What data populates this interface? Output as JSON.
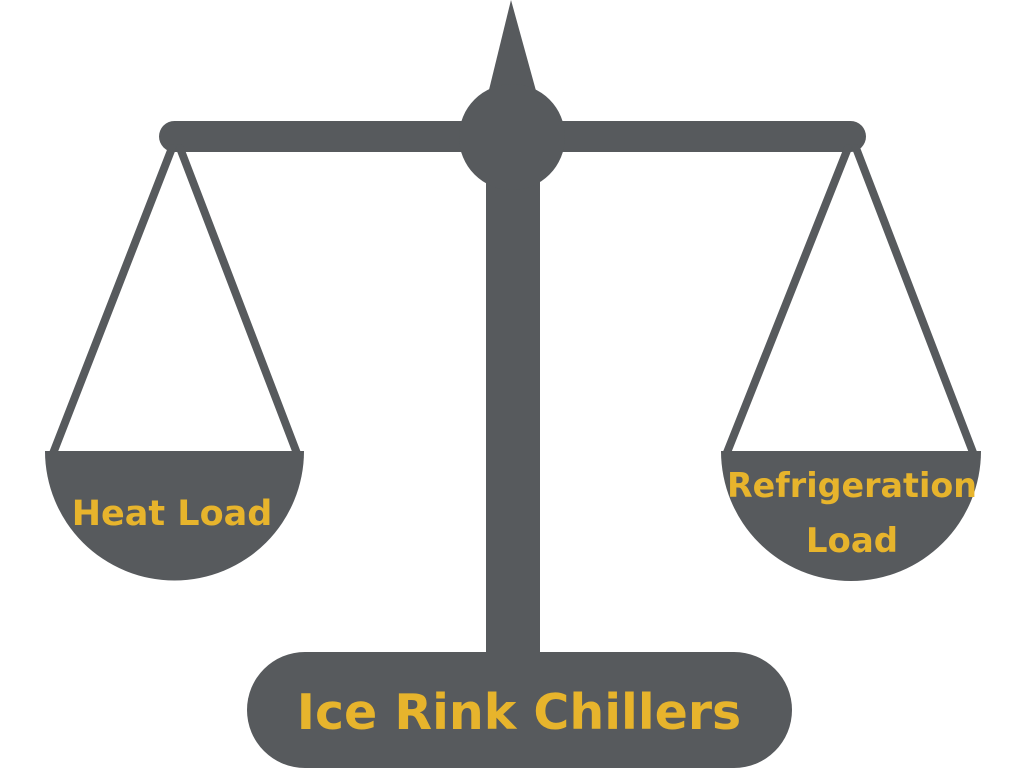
{
  "colors": {
    "body": "#575a5d",
    "text": "#e7b42c",
    "background": "#ffffff"
  },
  "left_pan": {
    "label": "Heat Load"
  },
  "right_pan": {
    "label_line1": "Refrigeration",
    "label_line2": "Load"
  },
  "base": {
    "label": "Ice Rink Chillers"
  }
}
